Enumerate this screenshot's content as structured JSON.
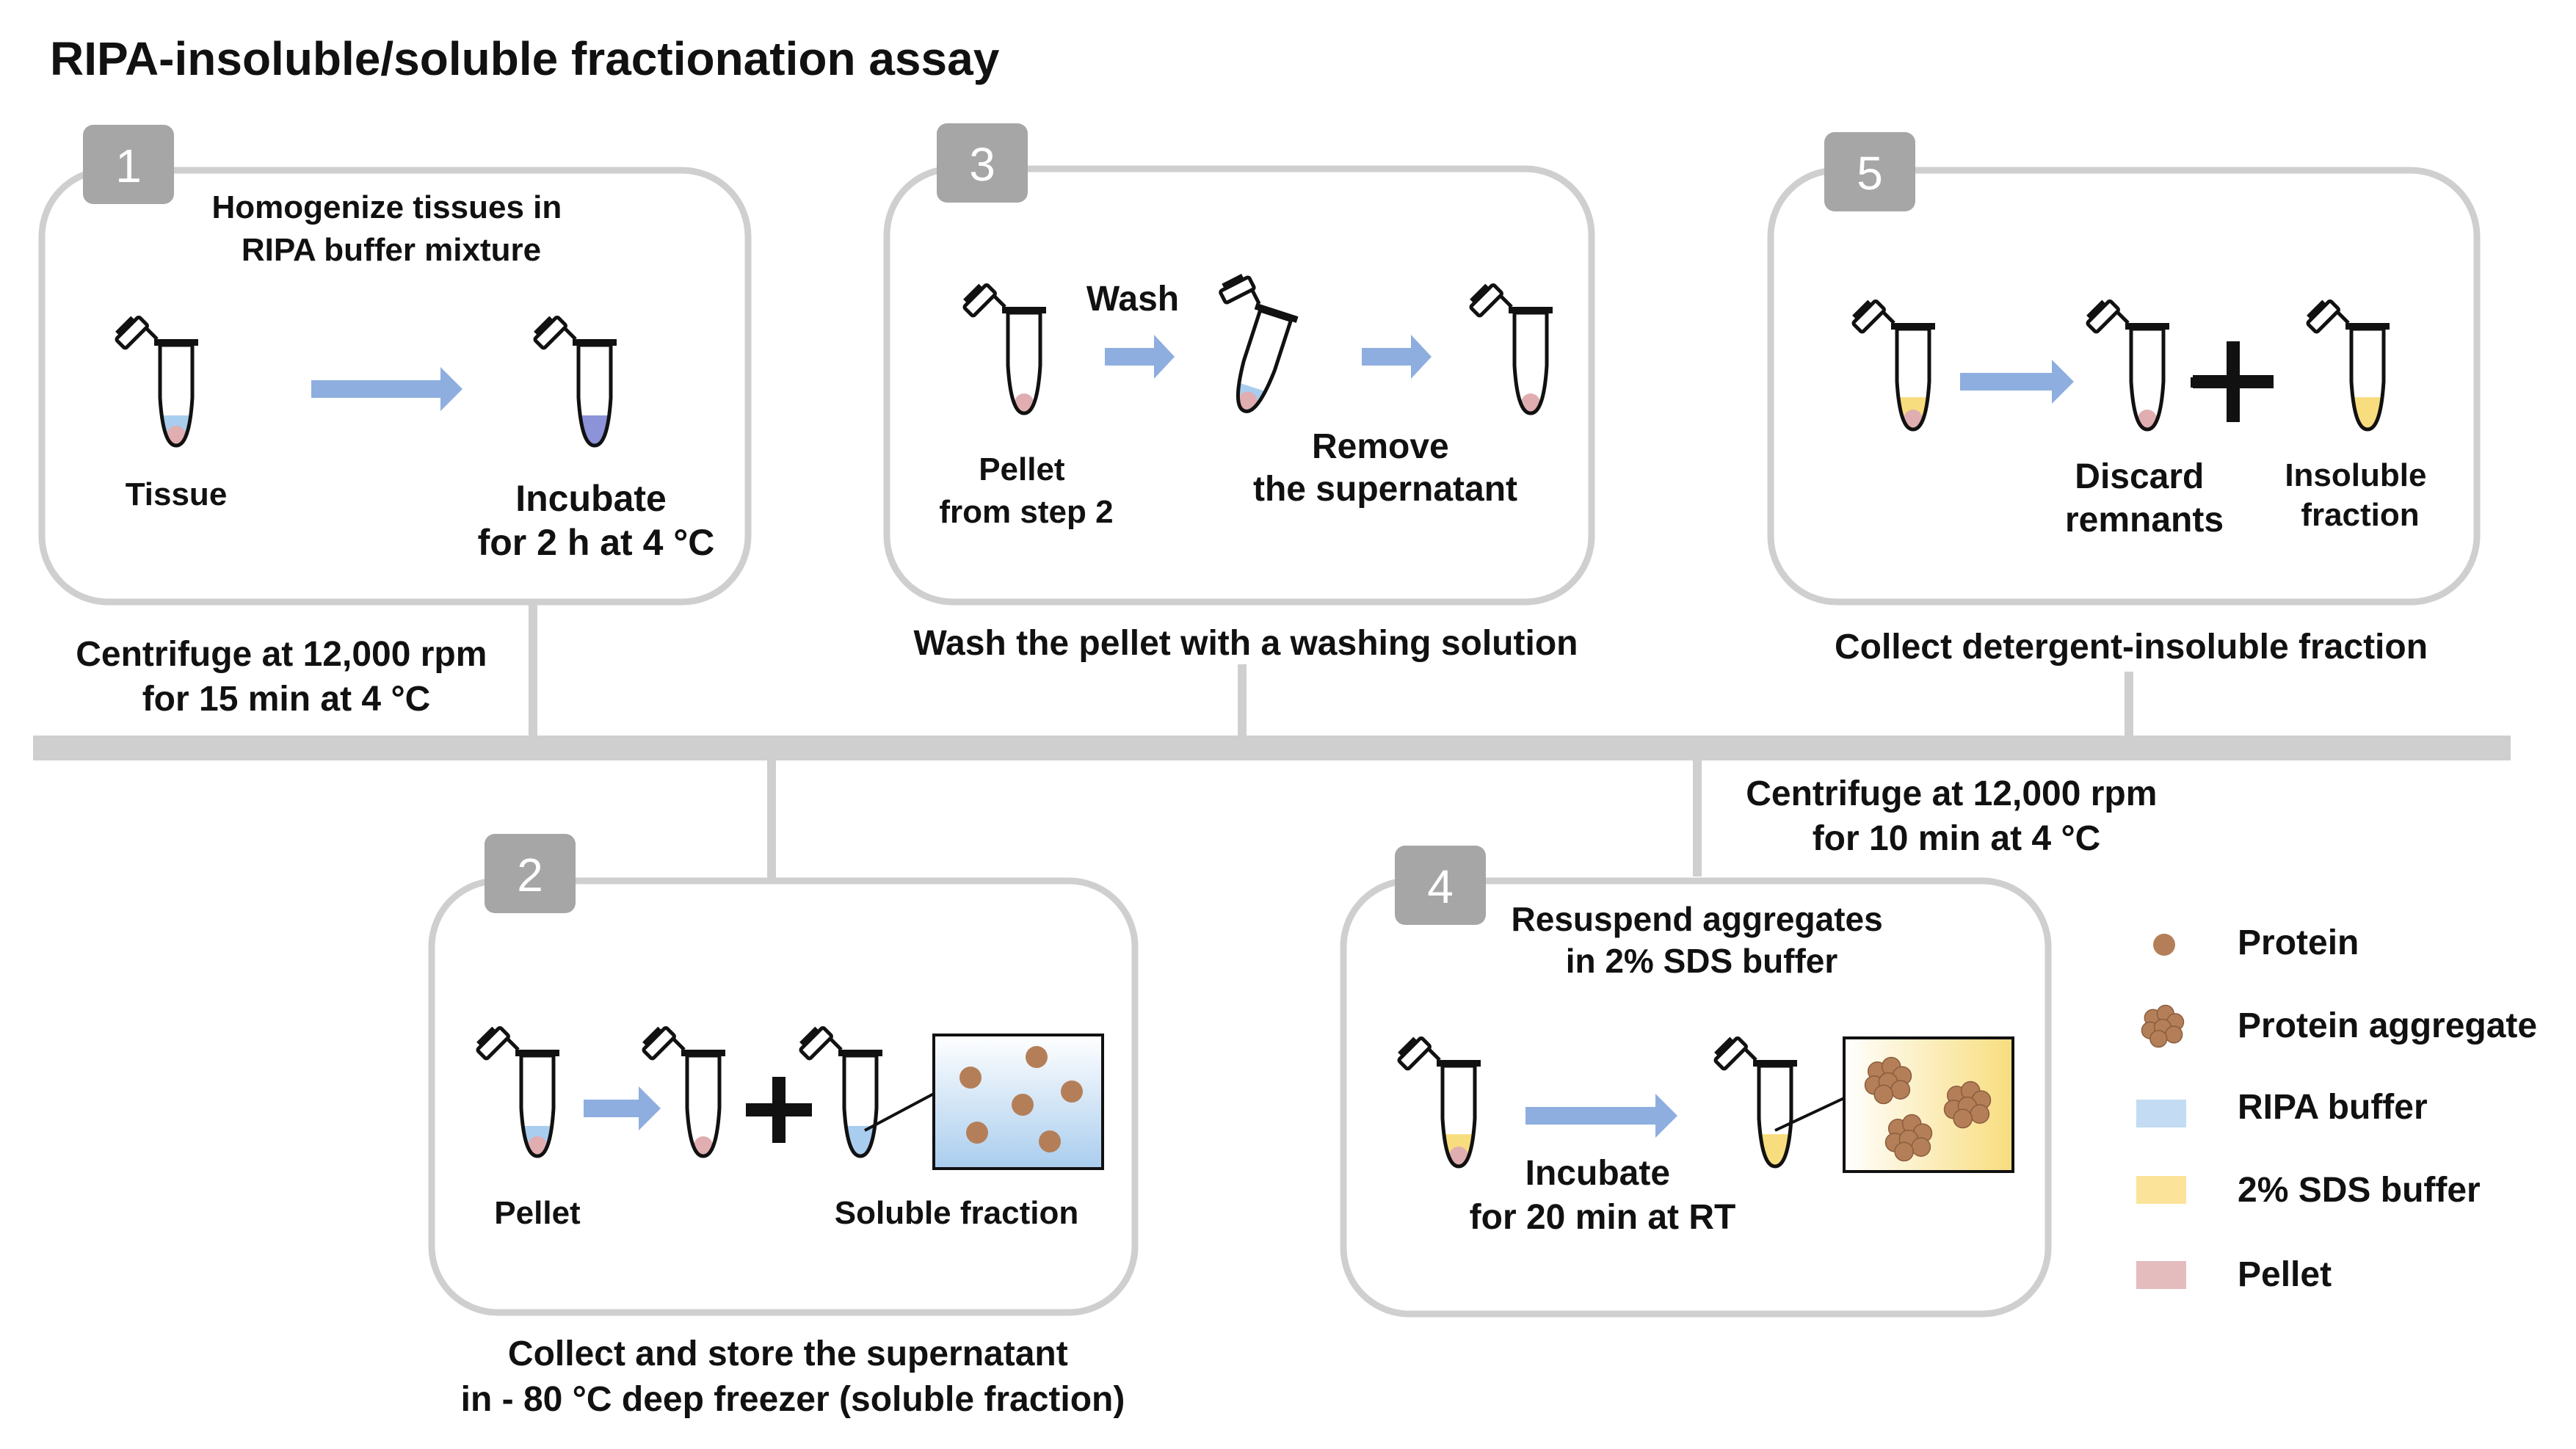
{
  "title": "RIPA-insoluble/soluble fractionation assay",
  "colors": {
    "ripa": "#a9cdee",
    "sds": "#f8dd7e",
    "pellet": "#e0aeb0",
    "protein": "#b47f58",
    "frame": "#cfcfcf",
    "badge": "#a6a6a6",
    "arrow": "#8eaedf"
  },
  "steps": {
    "s1": {
      "number": "1",
      "heading_lines": [
        "Homogenize tissues in",
        "RIPA buffer mixture"
      ],
      "tube_left_label": "Tissue",
      "tube_right_label_lines": [
        "Incubate",
        "for 2 h at 4 °C"
      ],
      "caption_lines": [
        "Centrifuge at 12,000 rpm",
        "for 15 min at 4 °C"
      ]
    },
    "s2": {
      "number": "2",
      "pellet_label": "Pellet",
      "soluble_label": "Soluble fraction",
      "caption_lines": [
        "Collect and store the supernatant",
        "in - 80 °C deep freezer (soluble fraction)"
      ]
    },
    "s3": {
      "number": "3",
      "wash_label": "Wash",
      "pellet_label_lines": [
        "Pellet",
        "from step 2"
      ],
      "remove_label_lines": [
        "Remove",
        "the supernatant"
      ],
      "caption": "Wash the pellet with a washing solution"
    },
    "s4": {
      "number": "4",
      "heading_lines": [
        "Resuspend aggregates",
        "in 2% SDS buffer"
      ],
      "incubate_label_lines": [
        "Incubate",
        "for 20 min at RT"
      ],
      "caption_lines": [
        "Centrifuge at 12,000 rpm",
        "for 10 min at 4 °C"
      ]
    },
    "s5": {
      "number": "5",
      "discard_label_lines": [
        "Discard",
        "remnants"
      ],
      "insoluble_label_lines": [
        "Insoluble",
        "fraction"
      ],
      "caption": "Collect detergent-insoluble fraction"
    }
  },
  "legend": [
    {
      "key": "protein",
      "label": "Protein"
    },
    {
      "key": "aggregate",
      "label": "Protein aggregate"
    },
    {
      "key": "ripa",
      "label": "RIPA buffer"
    },
    {
      "key": "sds",
      "label": "2% SDS buffer"
    },
    {
      "key": "pellet",
      "label": "Pellet"
    }
  ],
  "icons": [
    "tube-icon",
    "arrow-icon",
    "plus-icon",
    "protein-icon",
    "aggregate-icon"
  ]
}
